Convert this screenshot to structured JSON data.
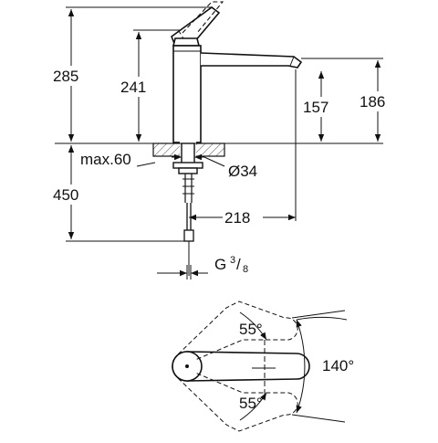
{
  "drawing": {
    "dimensions": {
      "total_height": "285",
      "spout_height": "241",
      "outlet_height": "157",
      "body_height": "186",
      "max_thickness": "max.60",
      "hole_diameter": "Ø34",
      "supply_hose": "450",
      "reach": "218",
      "thread_prefix": "G",
      "thread_num": "3",
      "thread_den": "8"
    },
    "angles": {
      "upper": "55°",
      "lower": "55°",
      "swivel": "140°"
    }
  }
}
